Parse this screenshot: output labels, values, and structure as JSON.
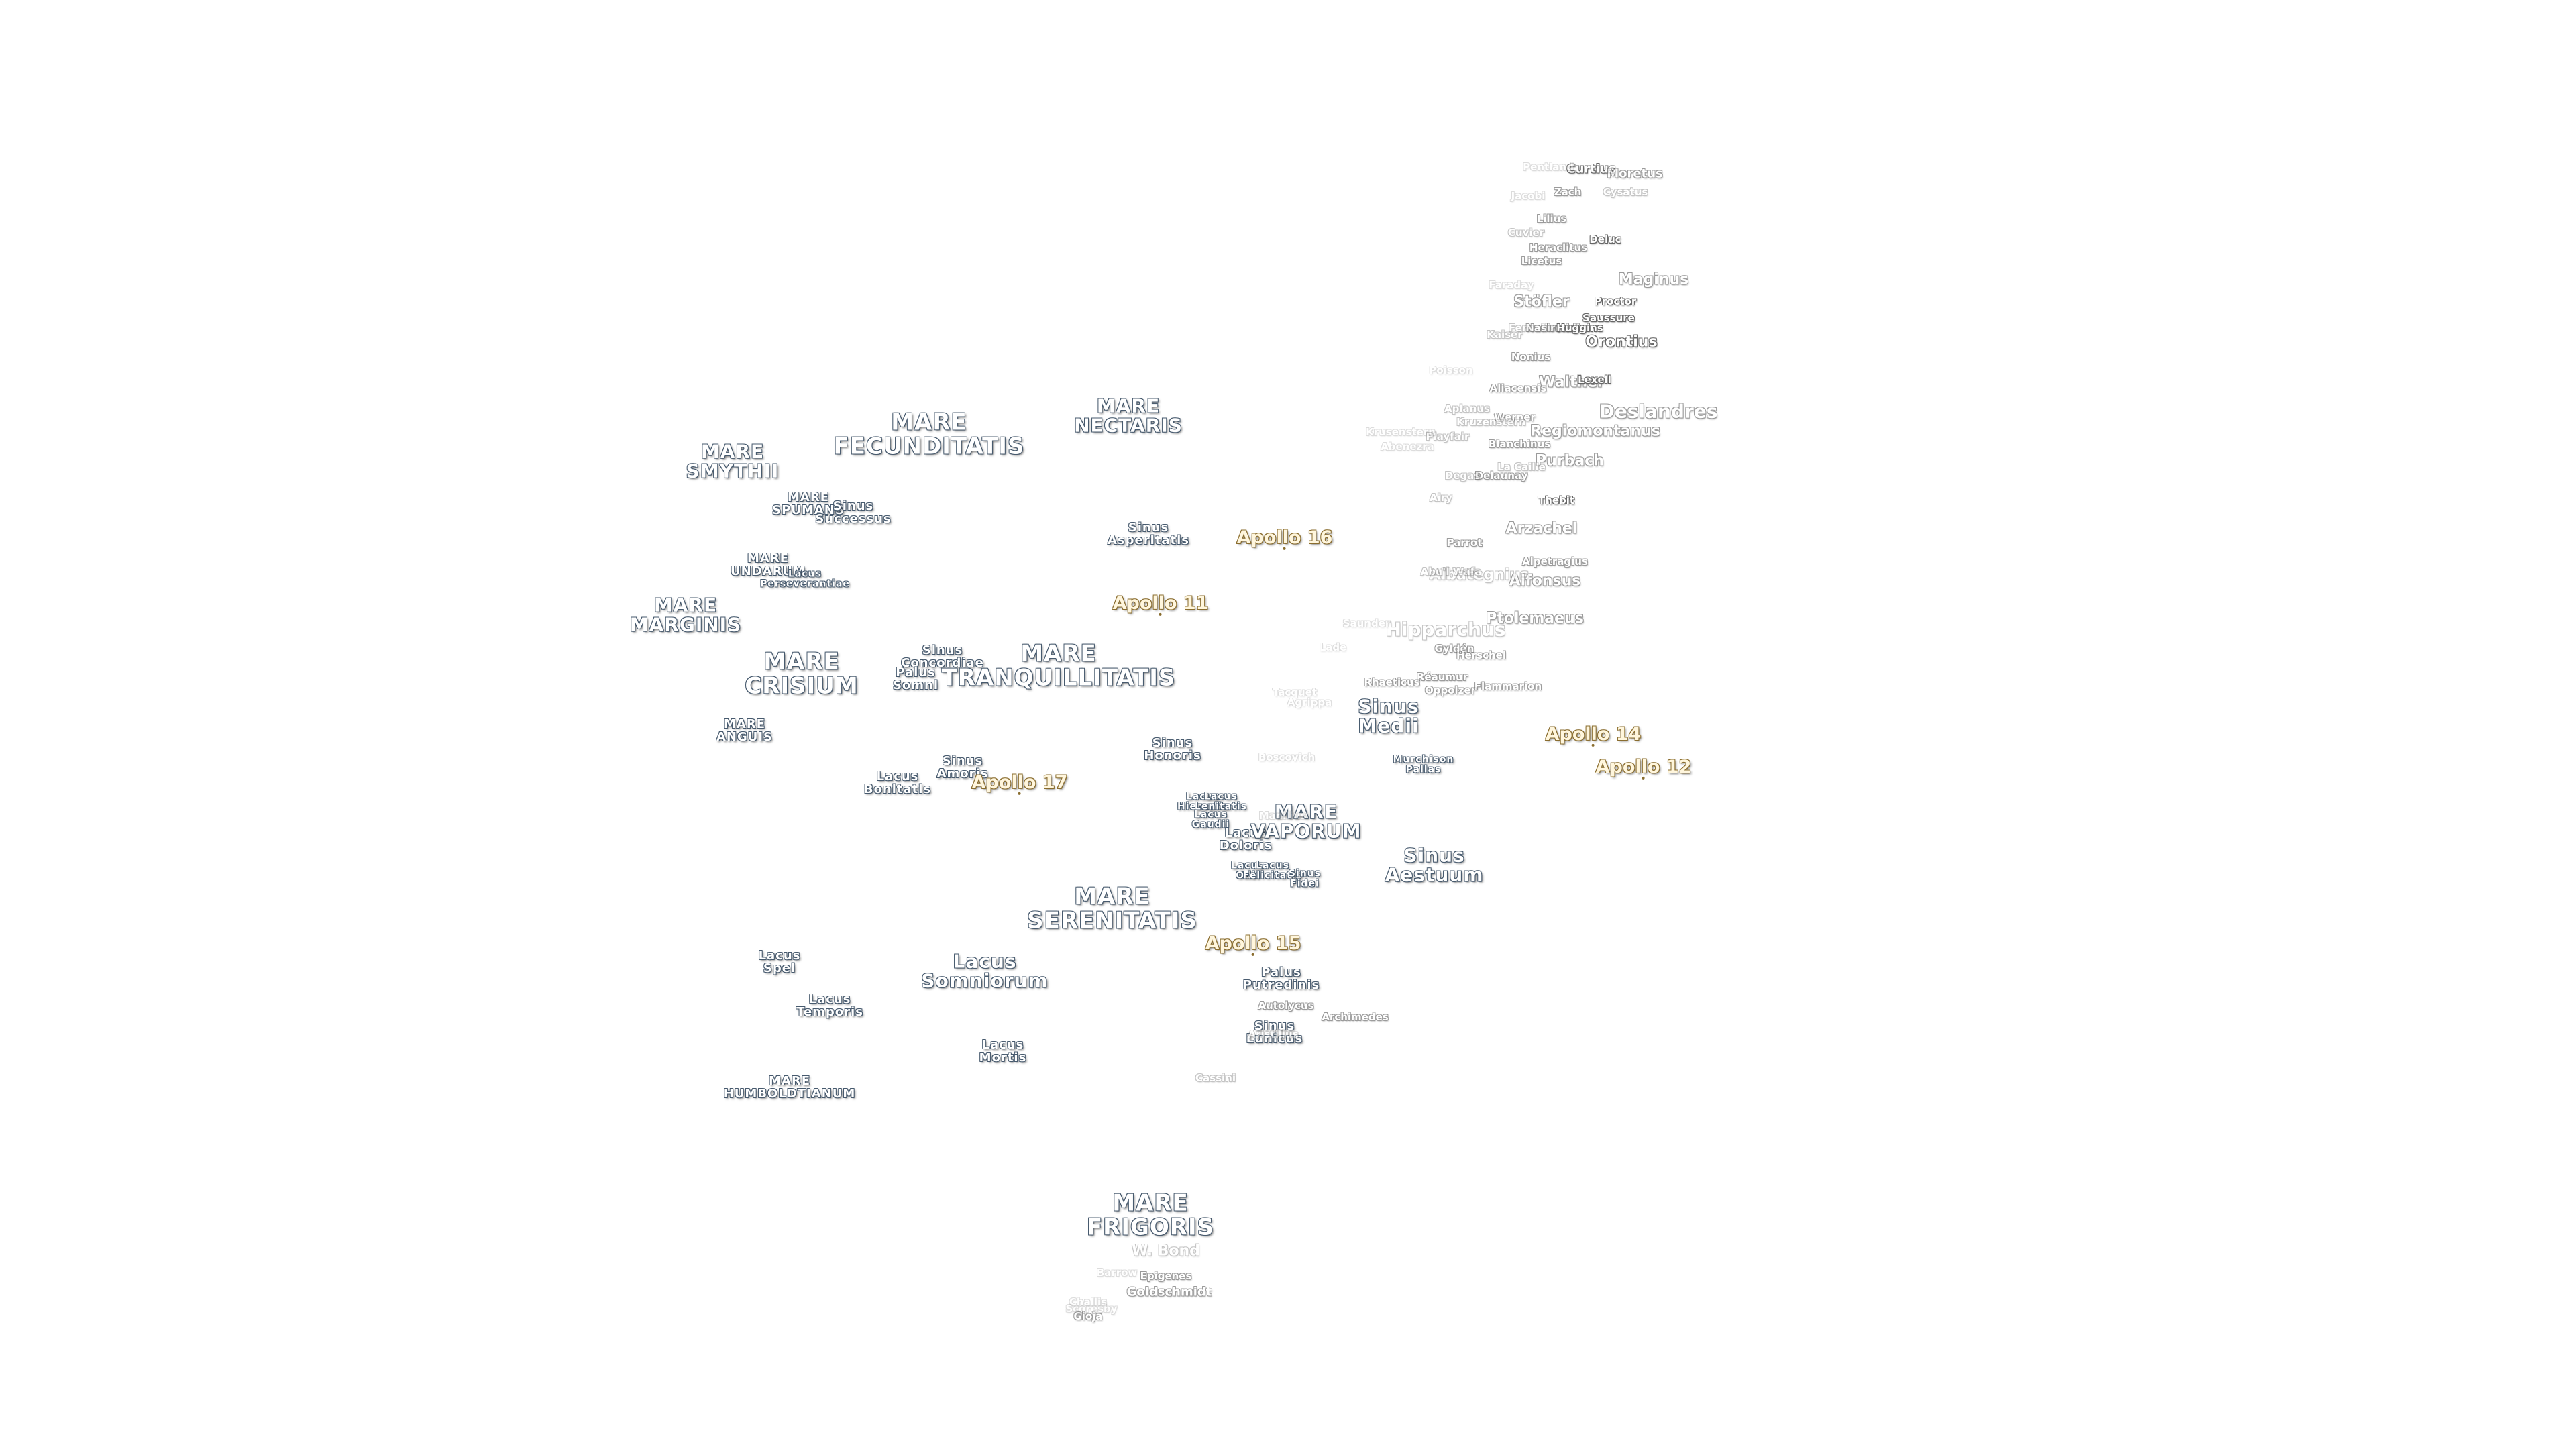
{
  "maria": [
    [
      "mare-fecunditatis",
      "MARE\nFECUNDITATIS",
      1385,
      648,
      "m-lg"
    ],
    [
      "mare-nectaris",
      "MARE\nNECTARIS",
      1682,
      620,
      ""
    ],
    [
      "mare-smythii",
      "MARE\nSMYTHII",
      1092,
      688,
      ""
    ],
    [
      "mare-spumans",
      "MARE\nSPUMANS",
      1205,
      752,
      "m-sm"
    ],
    [
      "sinus-successus",
      "Sinus\nSuccessus",
      1272,
      765,
      "m-sm"
    ],
    [
      "mare-undarum",
      "MARE\nUNDARUM",
      1145,
      843,
      "m-sm"
    ],
    [
      "lacus-perseverantiae",
      "Lacus\nPerseverantiae",
      1200,
      863,
      "m-xs"
    ],
    [
      "mare-marginis",
      "MARE\nMARGINIS",
      1022,
      917,
      ""
    ],
    [
      "sinus-asperitatis",
      "Sinus\nAsperitatis",
      1712,
      797,
      "m-sm"
    ],
    [
      "mare-crisium",
      "MARE\nCRISIUM",
      1195,
      1005,
      "m-lg"
    ],
    [
      "sinus-concordiae",
      "Sinus\nConcordiae",
      1405,
      980,
      "m-sm"
    ],
    [
      "palus-somni",
      "Palus\nSomni",
      1365,
      1013,
      "m-sm"
    ],
    [
      "mare-tranquillitatis",
      "MARE\nTRANQUILLITATIS",
      1578,
      993,
      "m-lg"
    ],
    [
      "mare-anguis",
      "MARE\nANGUIS",
      1110,
      1090,
      "m-sm"
    ],
    [
      "sinus-amoris",
      "Sinus\nAmoris",
      1435,
      1145,
      "m-sm"
    ],
    [
      "lacus-bonitatis",
      "Lacus\nBonitatis",
      1338,
      1168,
      "m-sm"
    ],
    [
      "sinus-honoris",
      "Sinus\nHonoris",
      1748,
      1118,
      "m-sm"
    ],
    [
      "lacus-hiemalis",
      "Lacus\nHiemalis",
      1793,
      1195,
      "m-xs"
    ],
    [
      "lacus-lenitatis",
      "Lacus\nLenitatis",
      1820,
      1195,
      "m-xs"
    ],
    [
      "lacus-gaudii",
      "Lacus\nGaudii",
      1805,
      1222,
      "m-xs"
    ],
    [
      "lacus-doloris",
      "Lacus\nDoloris",
      1857,
      1252,
      "m-sm"
    ],
    [
      "mare-vaporum",
      "MARE\nVAPORUM",
      1947,
      1225,
      ""
    ],
    [
      "lacus-odii",
      "Lacus\nOdii",
      1860,
      1298,
      "m-xs"
    ],
    [
      "lacus-felicitatis",
      "Lacus\nFelicitatis",
      1897,
      1298,
      "m-xs"
    ],
    [
      "sinus-fidei",
      "Sinus\nFidei",
      1945,
      1310,
      "m-xs"
    ],
    [
      "mare-serenitatis",
      "MARE\nSERENITATIS",
      1658,
      1355,
      "m-lg"
    ],
    [
      "lacus-spei",
      "Lacus\nSpei",
      1162,
      1435,
      "m-sm"
    ],
    [
      "lacus-somniorum",
      "Lacus\nSomniorum",
      1468,
      1448,
      ""
    ],
    [
      "lacus-temporis",
      "Lacus\nTemporis",
      1237,
      1500,
      "m-sm"
    ],
    [
      "lacus-mortis",
      "Lacus\nMortis",
      1495,
      1568,
      "m-sm"
    ],
    [
      "mare-humboldtianum",
      "MARE\nHUMBOLDTIANUM",
      1177,
      1622,
      "m-sm"
    ],
    [
      "palus-putredinis",
      "Palus\nPutredinis",
      1910,
      1460,
      "m-sm"
    ],
    [
      "sinus-lunicus",
      "Sinus\nLunicus",
      1900,
      1540,
      "m-sm"
    ],
    [
      "mare-frigoris",
      "MARE\nFRIGORIS",
      1715,
      1812,
      "m-lg"
    ],
    [
      "sinus-medii",
      "Sinus\nMedii",
      2070,
      1068,
      ""
    ],
    [
      "palus-putredinis-2",
      "Murchison\nPallas",
      2122,
      1140,
      "m-xs"
    ],
    [
      "sinus-aestuum",
      "Sinus\nAestuum",
      2138,
      1290,
      ""
    ]
  ],
  "apollo": [
    [
      "apollo-16",
      "Apollo 16",
      1915,
      800
    ],
    [
      "apollo-11",
      "Apollo 11",
      1730,
      898
    ],
    [
      "apollo-17",
      "Apollo 17",
      1520,
      1165
    ],
    [
      "apollo-14",
      "Apollo 14",
      2375,
      1093
    ],
    [
      "apollo-12",
      "Apollo 12",
      2450,
      1142
    ],
    [
      "apollo-15",
      "Apollo 15",
      1868,
      1405
    ]
  ],
  "craters": [
    [
      "Curtius",
      2372,
      253,
      "",
      ""
    ],
    [
      "Moretus",
      2437,
      260,
      "",
      "fade1"
    ],
    [
      "Pentland",
      2308,
      250,
      "c-sm",
      "fade3"
    ],
    [
      "Zach",
      2337,
      287,
      "c-sm",
      "fade1"
    ],
    [
      "Jacobi",
      2278,
      293,
      "c-sm",
      "fade3"
    ],
    [
      "Cysatus",
      2423,
      287,
      "c-sm",
      "fade2"
    ],
    [
      "Lilius",
      2313,
      327,
      "c-sm",
      "fade1"
    ],
    [
      "Cuvier",
      2275,
      348,
      "c-sm",
      "fade2"
    ],
    [
      "Heraclitus",
      2323,
      370,
      "c-sm",
      "fade1"
    ],
    [
      "Deluc",
      2393,
      358,
      "c-sm",
      ""
    ],
    [
      "Licetus",
      2298,
      390,
      "c-sm",
      "fade1"
    ],
    [
      "Maginus",
      2465,
      417,
      "c-md",
      "fade1"
    ],
    [
      "Faraday",
      2253,
      426,
      "c-sm",
      "fade3"
    ],
    [
      "Stöfler",
      2298,
      450,
      "c-md",
      "fade1"
    ],
    [
      "Proctor",
      2408,
      450,
      "c-sm",
      ""
    ],
    [
      "Saussure",
      2398,
      475,
      "c-sm",
      ""
    ],
    [
      "Fernelius",
      2288,
      490,
      "c-sm",
      "fade2"
    ],
    [
      "Kaiser",
      2243,
      500,
      "c-sm",
      "fade2"
    ],
    [
      "Nasireddin",
      2320,
      490,
      "c-sm",
      "fade1"
    ],
    [
      "Huggins",
      2355,
      490,
      "c-sm",
      ""
    ],
    [
      "Orontius",
      2417,
      510,
      "c-md",
      ""
    ],
    [
      "Nonius",
      2282,
      533,
      "c-sm",
      "fade1"
    ],
    [
      "Poisson",
      2163,
      553,
      "c-sm",
      "fade3"
    ],
    [
      "Walther",
      2343,
      570,
      "c-md",
      "fade1"
    ],
    [
      "Lexell",
      2377,
      567,
      "c-sm",
      ""
    ],
    [
      "Aliacensis",
      2263,
      580,
      "c-sm",
      "fade1"
    ],
    [
      "Deslandres",
      2472,
      613,
      "c-lg",
      "fade1"
    ],
    [
      "Aplanus",
      2187,
      610,
      "c-sm",
      "fade2"
    ],
    [
      "Werner",
      2258,
      623,
      "c-sm",
      "fade1"
    ],
    [
      "Kruzenstern",
      2223,
      630,
      "c-sm",
      "fade2"
    ],
    [
      "Regiomontanus",
      2378,
      643,
      "c-md",
      "fade1"
    ],
    [
      "Playfair",
      2158,
      652,
      "c-sm",
      "fade2"
    ],
    [
      "Krusenstern",
      2088,
      645,
      "c-sm",
      "fade3"
    ],
    [
      "Abenezra",
      2098,
      667,
      "c-sm",
      "fade3"
    ],
    [
      "Blanchinus",
      2265,
      663,
      "c-sm",
      "fade1"
    ],
    [
      "Purbach",
      2340,
      687,
      "c-md",
      "fade1"
    ],
    [
      "La Caille",
      2268,
      697,
      "c-sm",
      "fade2"
    ],
    [
      "Delaunay",
      2238,
      710,
      "c-sm",
      "fade1"
    ],
    [
      "Degas",
      2180,
      710,
      "c-sm",
      "fade2"
    ],
    [
      "Airy",
      2148,
      743,
      "c-sm",
      "fade2"
    ],
    [
      "Thebit",
      2320,
      747,
      "c-sm",
      ""
    ],
    [
      "Arzachel",
      2298,
      788,
      "c-md",
      "fade1"
    ],
    [
      "Parrot",
      2183,
      810,
      "c-sm",
      "fade1"
    ],
    [
      "Alpetragius",
      2318,
      838,
      "c-sm",
      "fade1"
    ],
    [
      "Albategnius",
      2205,
      857,
      "c-md",
      "fade2"
    ],
    [
      "Alfonsus",
      2303,
      866,
      "c-md",
      "fade1"
    ],
    [
      "Abu'l Wafa",
      2163,
      853,
      "c-sm",
      "fade2"
    ],
    [
      "Hipparchus",
      2155,
      938,
      "c-lg",
      "fade2"
    ],
    [
      "Ptolemaeus",
      2288,
      922,
      "c-md",
      "fade1"
    ],
    [
      "Saunder",
      2037,
      930,
      "c-sm",
      "fade3"
    ],
    [
      "Lade",
      1987,
      966,
      "c-sm",
      "fade3"
    ],
    [
      "Gyldén",
      2168,
      968,
      "c-sm",
      "fade1"
    ],
    [
      "Herschel",
      2208,
      978,
      "c-sm",
      "fade1"
    ],
    [
      "Réaumur",
      2150,
      1010,
      "c-sm",
      "fade1"
    ],
    [
      "Rhaeticus",
      2075,
      1018,
      "c-sm",
      "fade1"
    ],
    [
      "Oppolzer",
      2162,
      1030,
      "c-sm",
      "fade1"
    ],
    [
      "Flammarion",
      2248,
      1024,
      "c-sm",
      "fade1"
    ],
    [
      "Tacquet",
      1930,
      1033,
      "c-sm",
      "fade3"
    ],
    [
      "Agrippa",
      1952,
      1048,
      "c-sm",
      "fade3"
    ],
    [
      "Boscovich",
      1918,
      1130,
      "c-sm",
      "fade3"
    ],
    [
      "Manilius",
      1912,
      1217,
      "c-sm",
      "fade3"
    ],
    [
      "Autolycus",
      1917,
      1500,
      "c-sm",
      "fade1"
    ],
    [
      "Archimedes",
      2020,
      1517,
      "c-sm",
      "fade1"
    ],
    [
      "Aristillus",
      1898,
      1543,
      "c-sm",
      "fade2"
    ],
    [
      "Cassini",
      1812,
      1608,
      "c-sm",
      "fade2"
    ],
    [
      "W. Bond",
      1738,
      1865,
      "c-md",
      "fade2"
    ],
    [
      "Barrow",
      1665,
      1898,
      "c-sm",
      "fade3"
    ],
    [
      "Epigenes",
      1738,
      1903,
      "c-sm",
      "fade1"
    ],
    [
      "Goldschmidt",
      1743,
      1927,
      "",
      "fade1"
    ],
    [
      "Challis",
      1622,
      1942,
      "c-sm",
      "fade3"
    ],
    [
      "Scoresby",
      1627,
      1952,
      "c-sm",
      "fade3"
    ],
    [
      "Gioja",
      1622,
      1963,
      "c-sm",
      "fade1"
    ]
  ]
}
